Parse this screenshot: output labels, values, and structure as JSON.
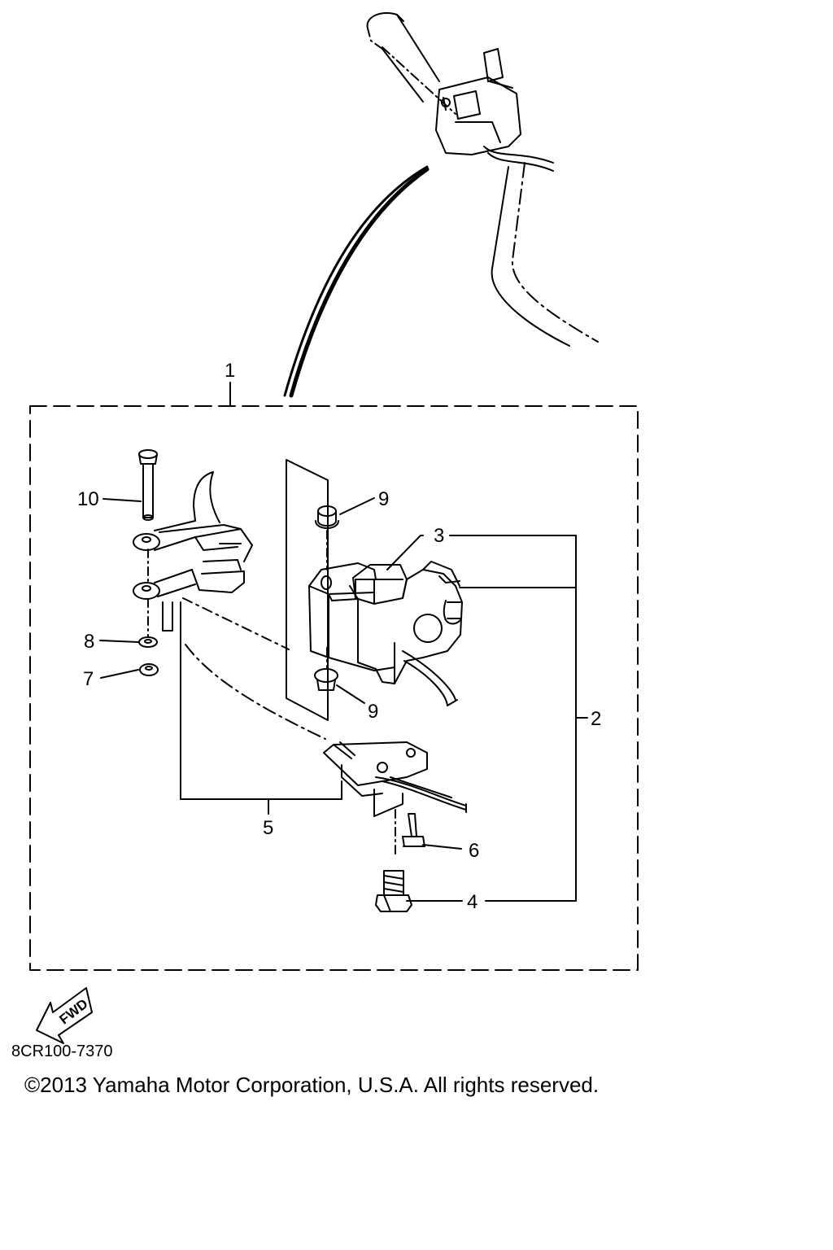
{
  "diagram": {
    "callouts": {
      "c1": "1",
      "c2": "2",
      "c3": "3",
      "c4": "4",
      "c5": "5",
      "c6": "6",
      "c7": "7",
      "c8": "8",
      "c9a": "9",
      "c9b": "9",
      "c10": "10"
    },
    "fwd_label": "FWD"
  },
  "footer": {
    "part_code": "8CR100-7370",
    "copyright": "©2013 Yamaha Motor Corporation, U.S.A. All rights reserved."
  }
}
